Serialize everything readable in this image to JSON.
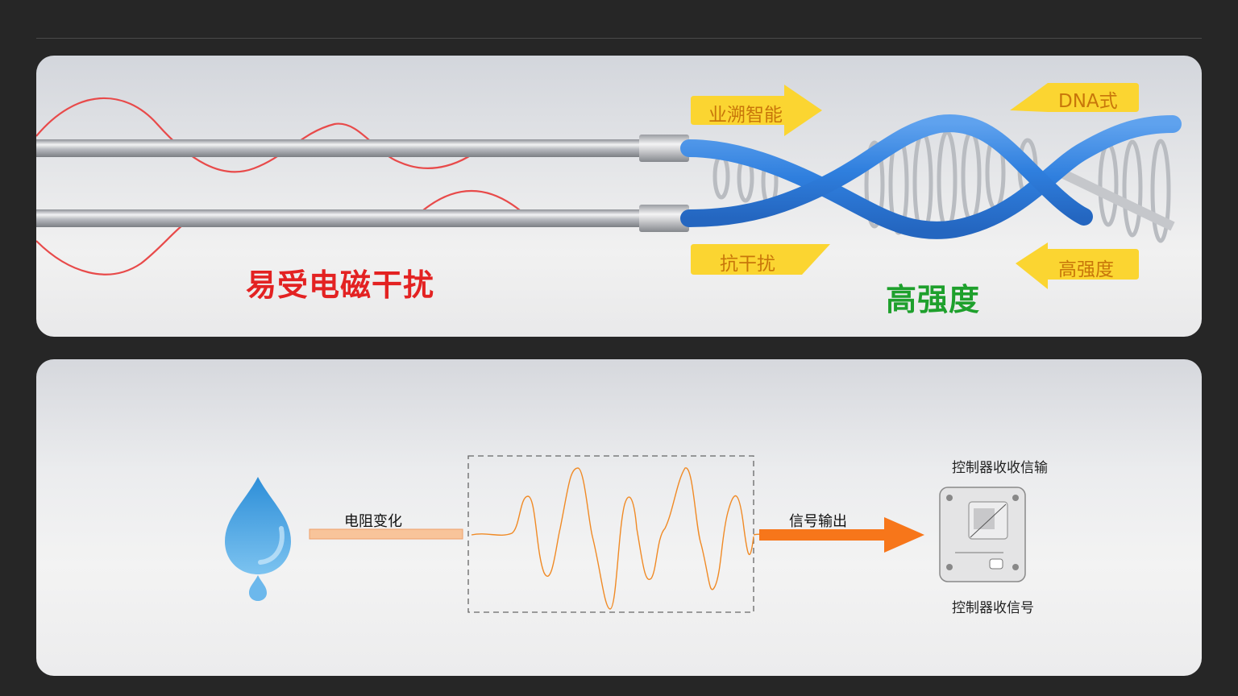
{
  "top_panel": {
    "left_caption": "易受电磁干扰",
    "right_caption": "高强度",
    "tags": [
      {
        "text": "业溯智能",
        "arrow": "right"
      },
      {
        "text": "DNA式",
        "arrow": "left"
      },
      {
        "text": "抗干扰",
        "arrow": "right"
      },
      {
        "text": "高强度",
        "arrow": "left"
      }
    ],
    "colors": {
      "wave": "#e84a4a",
      "cable": "#3b86e0",
      "tag_bg": "#fbd531",
      "tag_text": "#c8760a",
      "red_caption": "#e32222",
      "green_caption": "#1ea02c"
    }
  },
  "bottom_panel": {
    "resistance_label": "电阻变化",
    "signal_output_label": "信号输出",
    "controller_top_label": "控制器收收信输",
    "controller_bottom_label": "控制器收信号",
    "icons": [
      "water-drop-icon",
      "waveform-icon",
      "arrow-right-icon",
      "controller-device-icon"
    ],
    "colors": {
      "bar": "#f8c49a",
      "waveform": "#f08a25",
      "arrow": "#f7761a",
      "drop": "#4aa3e0"
    }
  }
}
